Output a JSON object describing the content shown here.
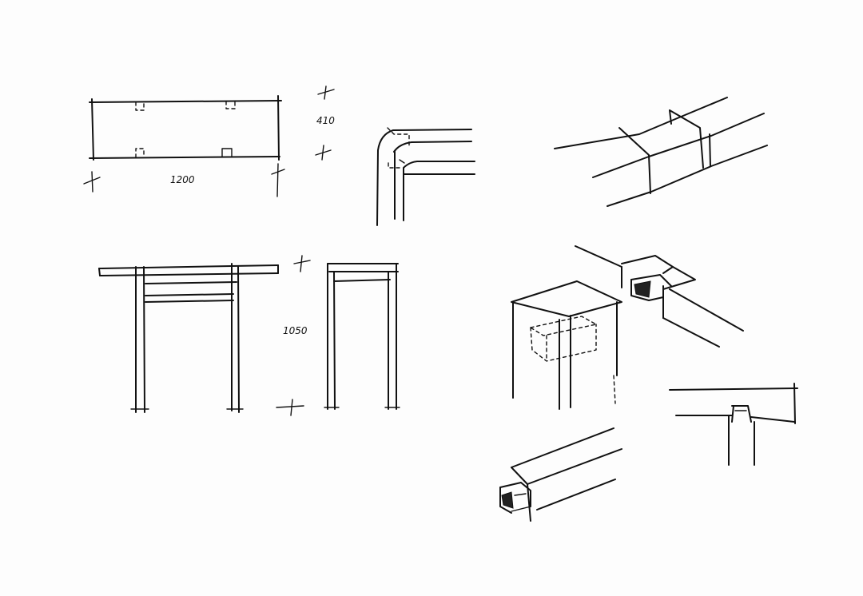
{
  "sheet": {
    "background": "#fdfdfd",
    "ink_color": "#111111"
  },
  "plan_view": {
    "width_label": "1200",
    "depth_label": "410"
  },
  "front_elevation": {
    "height_label": "1050"
  },
  "icons": [
    "plan-view",
    "front-elevation",
    "side-elevation",
    "corner-joint-detail",
    "beam-isometric",
    "mortise-joint-isometric",
    "tenon-section-detail",
    "post-end-isometric"
  ]
}
